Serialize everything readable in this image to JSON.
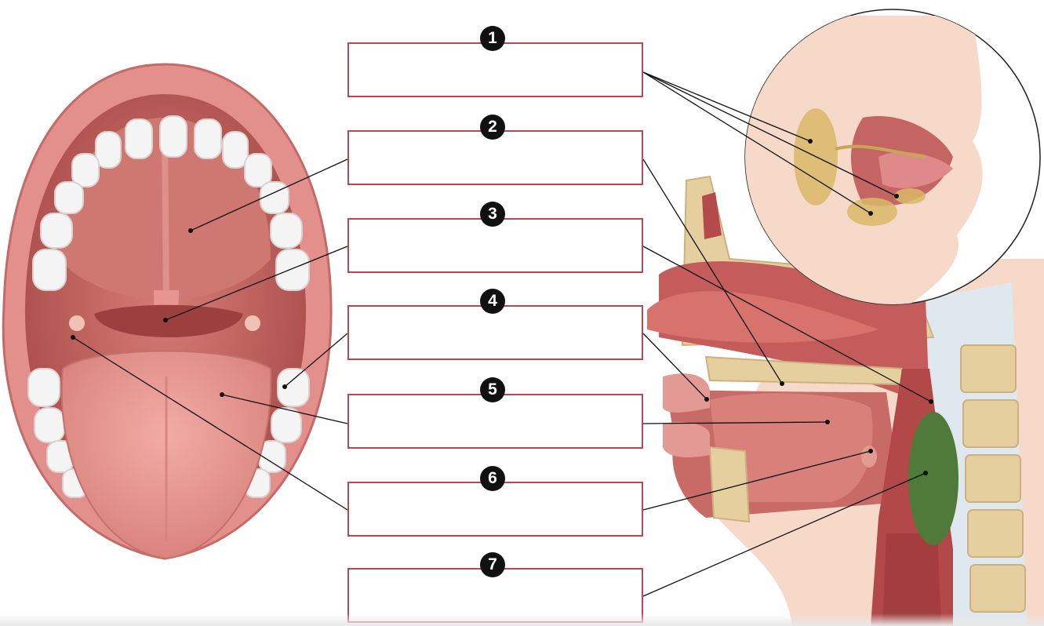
{
  "labels": [
    {
      "number": "1",
      "text": ""
    },
    {
      "number": "2",
      "text": ""
    },
    {
      "number": "3",
      "text": ""
    },
    {
      "number": "4",
      "text": ""
    },
    {
      "number": "5",
      "text": ""
    },
    {
      "number": "6",
      "text": ""
    },
    {
      "number": "7",
      "text": ""
    }
  ],
  "colors": {
    "box_border": "#b54a55",
    "mucosa": "#c96a66",
    "lips": "#e38f8b",
    "teeth": "#f4f4f4",
    "bone": "#e6cf9f",
    "skin": "#f6d9c8",
    "gland": "#d9b867",
    "tonsil_green": "#4f7a3a"
  }
}
